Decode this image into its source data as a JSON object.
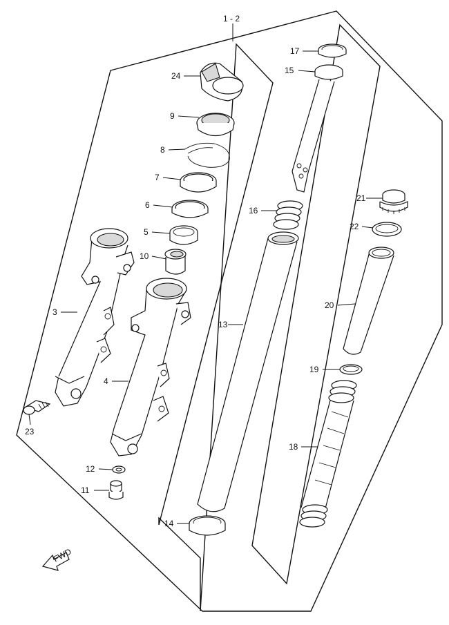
{
  "diagram": {
    "assembly_label": "1 - 2",
    "fwd_label": "FWD",
    "parts": [
      {
        "id": "p24",
        "label": "24"
      },
      {
        "id": "p9",
        "label": "9"
      },
      {
        "id": "p8",
        "label": "8"
      },
      {
        "id": "p7",
        "label": "7"
      },
      {
        "id": "p6",
        "label": "6"
      },
      {
        "id": "p5",
        "label": "5"
      },
      {
        "id": "p10",
        "label": "10"
      },
      {
        "id": "p3",
        "label": "3"
      },
      {
        "id": "p4",
        "label": "4"
      },
      {
        "id": "p23",
        "label": "23"
      },
      {
        "id": "p12",
        "label": "12"
      },
      {
        "id": "p11",
        "label": "11"
      },
      {
        "id": "p14",
        "label": "14"
      },
      {
        "id": "p13",
        "label": "13"
      },
      {
        "id": "p16",
        "label": "16"
      },
      {
        "id": "p17",
        "label": "17"
      },
      {
        "id": "p15",
        "label": "15"
      },
      {
        "id": "p21",
        "label": "21"
      },
      {
        "id": "p22",
        "label": "22"
      },
      {
        "id": "p20",
        "label": "20"
      },
      {
        "id": "p19",
        "label": "19"
      },
      {
        "id": "p18",
        "label": "18"
      }
    ]
  }
}
